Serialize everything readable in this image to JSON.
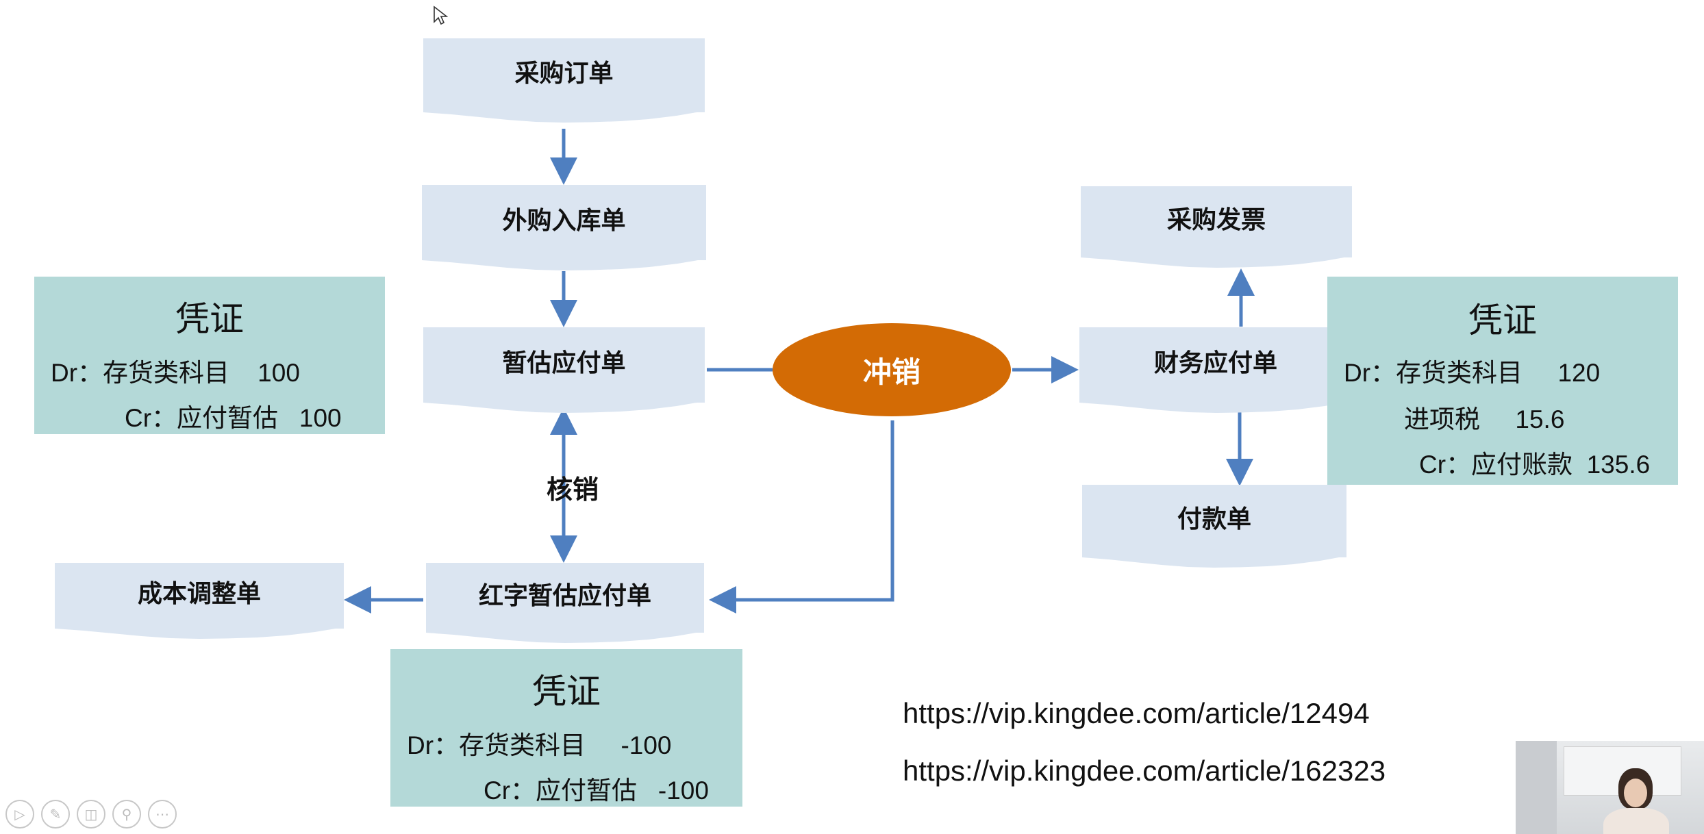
{
  "nodes": {
    "purchase_order": "采购订单",
    "outsourced_receipt": "外购入库单",
    "estimated_payable": "暂估应付单",
    "red_estimated_payable": "红字暂估应付单",
    "cost_adjustment": "成本调整单",
    "purchase_invoice": "采购发票",
    "financial_payable": "财务应付单",
    "payment": "付款单"
  },
  "offset_label": "冲销",
  "writeoff_label": "核销",
  "vouchers": {
    "left": {
      "title": "凭证",
      "lines": [
        "Dr：存货类科目    100",
        "Cr：应付暂估   100"
      ]
    },
    "bottom": {
      "title": "凭证",
      "lines": [
        "Dr：存货类科目     -100",
        "Cr：应付暂估   -100"
      ]
    },
    "right": {
      "title": "凭证",
      "lines": [
        "Dr：存货类科目     120",
        "进项税     15.6",
        "Cr：应付账款  135.6"
      ]
    }
  },
  "links": [
    "https://vip.kingdee.com/article/12494",
    "https://vip.kingdee.com/article/162323"
  ],
  "colors": {
    "arrow": "#4f7fc0",
    "doc_fill": "#dbe5f1",
    "voucher_fill": "#b4d9d8",
    "offset_fill": "#d36b05"
  },
  "icons": [
    "cursor-icon",
    "play-icon",
    "pen-icon",
    "slides-icon",
    "zoom-icon",
    "more-icon"
  ]
}
